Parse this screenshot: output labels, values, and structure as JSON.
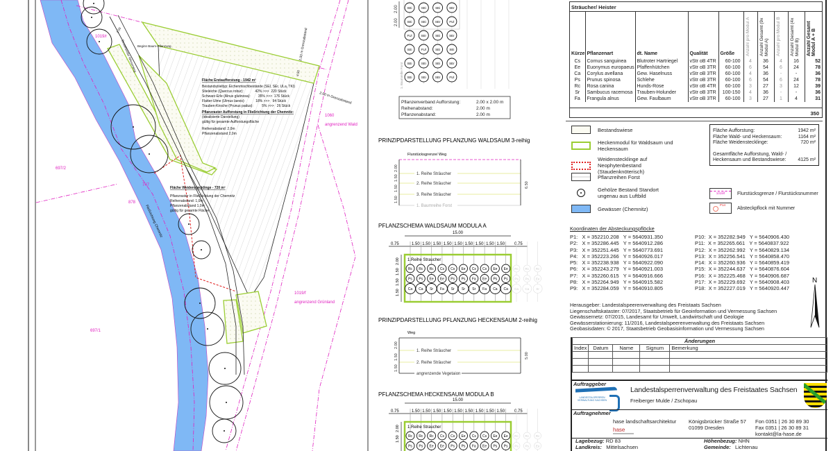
{
  "map": {
    "parcels": [
      "1019/r",
      "697/2",
      "747",
      "878",
      "697/1",
      "1060",
      "angrenzend Wald",
      "1019/f",
      "angrenzend Grünland"
    ],
    "labels": {
      "start_planting": "Beginn Baum-Pflanzung",
      "meadow_path": "Bestehender Wiesenweg",
      "flow": "Fließrichtung Chemnitz",
      "dim_top": "2.00",
      "dim_450": "4.50",
      "grenz1": "2.00 m Grenzabstand",
      "grenz2": "2.00 m Grenzabstand"
    },
    "afforestation": {
      "title": "Fläche Erstaufforstung - 1942 m²",
      "lines": [
        "Bestandsziieltyp: Eichenmischbestände (SEI, SEr, ULa, TKI)",
        "Stieleiche (Quercus robur):            42% >>>  220 Stück",
        "Schwarz-Erle (Alnus glutinosa):        35% >>>  176 Stück",
        "Flatter-Ulme (Ulmus laevis):           18% >>>   94 Stück",
        "Trauben-Kirsche (Prunus padus):         5% >>>   26 Stück"
      ],
      "raster_title": "Pflanzraster Aufforstung in Fließrichtung der Chemnitz:",
      "raster_lines": [
        "(idealisierte Darstellung)",
        "gültig für gesamte Aufforstungsfläche",
        "",
        "Reihenabstand: 2,0m",
        "Pflanzenabstand 2,0m"
      ]
    },
    "willow": {
      "title": "Fläche Weidenstecklinge - 720 m²",
      "lines": [
        "Pflanzraster in Fließrichtung der Chemnitz",
        "Reihenabstand: 1,0m",
        "Pflanzenabstand 1,0m",
        "gültig für gesamte Fläche"
      ]
    }
  },
  "forest_grid": {
    "rows": [
      [
        "SEi",
        "SEi",
        "SEi",
        "SEr"
      ],
      [
        "SEi",
        "SEi",
        "SEr",
        "FUl"
      ],
      [
        "FUl",
        "SEr",
        "SEi",
        "SEr"
      ],
      [
        "SEi",
        "FUl",
        "SEi",
        "SEi"
      ],
      [
        "SEi",
        "SEi",
        "SEi",
        "SEr"
      ],
      [
        "SEi",
        "SEi",
        "SEr",
        "FUl"
      ]
    ],
    "dims": [
      "2.00",
      "2.00"
    ],
    "row_label": "1. Baumreihe Forst",
    "info": [
      [
        "Pflanzenverband Aufforstung:",
        "2.00 x 2.00 m"
      ],
      [
        "Reihenabstand:",
        "2.00 m"
      ],
      [
        "Pflanzenabstand:",
        "2.00 m"
      ]
    ]
  },
  "waldsaum": {
    "title": "PRINZIPDARSTELLUNG PFLANZUNG WALDSAUM 3-reihig",
    "top_label": "Flurstücksgrenze/ Weg",
    "rows": [
      "1. Reihe Sträucher",
      "2. Reihe Sträucher",
      "3. Reihe Sträucher",
      "1. Baumreihe Forst"
    ],
    "dims": [
      "2.00",
      "1.50",
      "1.50",
      "1.50"
    ],
    "total": "6.50"
  },
  "modul_a": {
    "title": "PFLANZSCHEMA WALDSAUM MODULA A",
    "total": "15.00",
    "edge": "0.75",
    "step": "1.50",
    "row_label": "1.Reihe Straucher",
    "vdims": [
      "2.00",
      "1.50",
      "1.50",
      "1.50"
    ],
    "rows": [
      [
        "Rc",
        "Rc",
        "Rc",
        "Cs",
        "Cs",
        "Ee",
        "Cs",
        "Cs",
        "Ee",
        "Ee"
      ],
      [
        "Ps",
        "Ps",
        "Ee",
        "Ee",
        "Ps",
        "Ps",
        "Fa",
        "Ee",
        "Ps",
        "Ps"
      ],
      [
        "Ca",
        "Ca",
        "Sr",
        "Fa",
        "Sr",
        "Sr",
        "Sr",
        "Fa",
        "Ca",
        "Ca"
      ]
    ]
  },
  "heckensaum": {
    "title": "PRINZIPDARSTELLUNG PFLANZUNG HECKENSAUM 2-reihig",
    "top_label": "Weg",
    "rows": [
      "1. Reihe Sträucher",
      "2. Reihe Sträucher",
      "angrenzende Vegetaion"
    ],
    "dims": [
      "2.00",
      "1.50",
      "1.50"
    ],
    "total": "5.00"
  },
  "modul_b": {
    "title": "PFLANZSCHEMA HECKENSAUM MODULA B",
    "total": "15.00",
    "edge": "0.75",
    "step": "1.50",
    "row_label": "1.Reihe Straucher",
    "vdims": [
      "2.00",
      "1.50"
    ],
    "rows": [
      [
        "Rc",
        "Rc",
        "Rc",
        "Cs",
        "Cs",
        "Ee",
        "Cs",
        "Cs",
        "Ee",
        "Ee"
      ],
      [
        "Ps",
        "Ps",
        "Ee",
        "Ee",
        "Ps",
        "Ps",
        "Fa",
        "Ee",
        "Ps",
        "Ps"
      ]
    ]
  },
  "plants": {
    "section": "Sträucher/ Heister",
    "headers": [
      "Kürzel",
      "Pflanzenart",
      "dt. Name",
      "Qualität",
      "Größe",
      "Anzahl pro Modul A",
      "Anzahl Gesamt (9x Modul A)",
      "Anzahl pro Modul B",
      "Anzahl Gesamt (4x Modul B)",
      "Anzahl Gesamt Modul A + B"
    ],
    "rows": [
      [
        "Cs",
        "Cornus sanguinea",
        "Blutroter Hartriegel",
        "vStr oB 4TR",
        "60-100",
        "4",
        "36",
        "4",
        "16",
        "52"
      ],
      [
        "Ee",
        "Euonymus europaeus",
        "Pfaffenhütchen",
        "vStr oB 3TR",
        "60-100",
        "6",
        "54",
        "6",
        "24",
        "78"
      ],
      [
        "Ca",
        "Corylus avellana",
        "Gew. Haselnuss",
        "vStr oB 3TR",
        "60-100",
        "4",
        "36",
        "-",
        "-",
        "36"
      ],
      [
        "Ps",
        "Prunus spinosa",
        "Schlehe",
        "vStr oB 3TR",
        "60-100",
        "6",
        "54",
        "6",
        "24",
        "78"
      ],
      [
        "Rc",
        "Rosa canina",
        "Hunds-Rose",
        "vStr oB 4TR",
        "60-100",
        "3",
        "27",
        "3",
        "12",
        "39"
      ],
      [
        "Sr",
        "Sambucus racemosa",
        "Trauben-Holunder",
        "vStr oB 3TR",
        "100-150",
        "4",
        "36",
        "-",
        "-",
        "36"
      ],
      [
        "Fa",
        "Frangula alnus",
        "Gew. Faulbaum",
        "vStr oB 3TR",
        "60-100",
        "3",
        "27",
        "1",
        "4",
        "31"
      ]
    ],
    "total": "350"
  },
  "legend": {
    "items": [
      "Bestandswiese",
      "Heckenmodul für Waldsaum und Heckensaum",
      "Weidenstecklinge auf Neophytenbestand (Staudenknöterisch)",
      "Pflanzreihen Forst",
      "Gehölze Bestand Standort ungenau aus Luftbild",
      "Gewässer (Chemnitz)"
    ],
    "parcel_sample": "1019/f",
    "parcel_label": "Flurstücksgrenze / Flurstücksnummer",
    "stake_sample": "P14",
    "stake_label": "Absteckpflock mit Nummer",
    "areas": [
      [
        "Fläche Aufforstung:",
        "1942 m²"
      ],
      [
        "Fläche Wald- und Heckensaum:",
        "1164 m²"
      ],
      [
        "Fläche Weidenstecklinge:",
        "720 m²"
      ]
    ],
    "total_label": "Gesamtfläche Aufforstung, Wald- / Heckensaum und Bestandswiese:",
    "total_value": "4125 m²",
    "colors": {
      "green": "#9acd32",
      "water": "#7fb8f5",
      "pink": "#e020c0",
      "red": "#e02020"
    }
  },
  "coords": {
    "title": "Koordinaten der Absteckungspflöcke",
    "left": "P1:   X = 352210.208   Y = 5640931.350\nP2:   X = 352286.445   Y = 5640912.286\nP3:   X = 352251.445   Y = 5640773.691\nP4:   X = 352223.266   Y = 5640926.017\nP5:   X = 352238.938   Y = 5640922.090\nP6:   X = 352243.279   Y = 5640921.003\nP7:   X = 352260.615   Y = 5640916.666\nP8:   X = 352264.949   Y = 5640915.582\nP9:   X = 352284.059   Y = 5640910.805",
    "right": "P10:  X = 352282.949   Y = 5640906.430\nP11:  X = 352265.661   Y = 5640837.922\nP12:  X = 352262.992   Y = 5640829.134\nP13:  X = 352256.541   Y = 5640858.470\nP14:  X = 352260.936   Y = 5640859.419\nP15:  X = 352244.637   Y = 5640876.604\nP16:  X = 352225.468   Y = 5640906.687\nP17:  X = 352229.692   Y = 5640908.403\nP18:  X = 352227.019   Y = 5640920.447"
  },
  "sources": [
    "Herausgeber: Landestalspeerenverwaltung des Freistaats Sachsen",
    "Liegenschaftskataster: 07/2017, Staatsbetrieb für Geoinformation und Vermessung Sachsen",
    "Gewässernetz: 07/2015, Landesamt für Umwelt, Landwirtschaft und Geologie",
    "Gewässerstationierung: 11/2016, Landestalspeerenverwaltung des Freistaats Sachsen",
    "Geobasisdaten: © 2017, Staatsbetrieb Geobasisinformation und Vermessung Sachsen"
  ],
  "north": "N",
  "titleblock": {
    "changes_title": "Änderungen",
    "changes_headers": [
      "Index",
      "Datum",
      "Name",
      "Signum",
      "Bemerkung"
    ],
    "client_label": "Auftraggeber",
    "client_logo_text": "LANDESTALSPERREN VERWALTUNG SACHSEN",
    "client_name": "Landestalsperrenverwaltung des Freistaates Sachsen",
    "client_sub": "Freiberger Mulde / Zschopau",
    "contractor_label": "Auftragnehmer",
    "contractor_name": "hase landschaftsarchitektur",
    "contractor_logo": "hase",
    "address1": "Königsbrücker Straße 57",
    "address2": "01099 Dresden",
    "phone": "Fon  0351 | 26 30 89 30",
    "fax": "Fax  0351 | 26 30 89 31",
    "email": "kontakt@la-hase.de",
    "lage_label": "Lagebezug:",
    "lage": "RD 83",
    "kreis_label": "Landkreis:",
    "kreis": "Mittelsachsen",
    "hoehe_label": "Höhenbezug:",
    "hoehe": "NHN",
    "gemeinde_label": "Gemeinde:",
    "gemeinde": "Lichtenau"
  }
}
